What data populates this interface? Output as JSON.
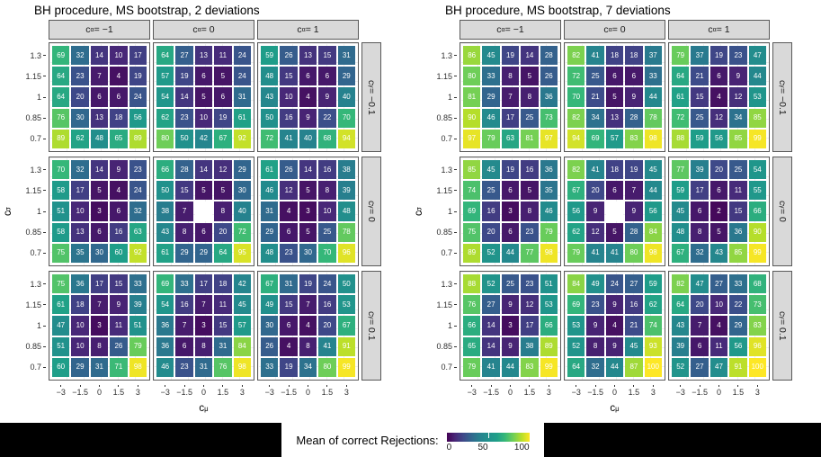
{
  "chart_data": {
    "type": "heatmap",
    "description": "Two faceted 5x5 heatmap grids (3x3 facets each) showing mean of correct rejections",
    "domain": [
      0,
      100
    ],
    "viridis_stops": [
      {
        "t": 0.0,
        "c": "#440154"
      },
      {
        "t": 0.1,
        "c": "#482878"
      },
      {
        "t": 0.2,
        "c": "#3e4989"
      },
      {
        "t": 0.3,
        "c": "#31688e"
      },
      {
        "t": 0.4,
        "c": "#26828e"
      },
      {
        "t": 0.5,
        "c": "#21918c"
      },
      {
        "t": 0.6,
        "c": "#1f9e89"
      },
      {
        "t": 0.7,
        "c": "#35b779"
      },
      {
        "t": 0.8,
        "c": "#6ece58"
      },
      {
        "t": 0.9,
        "c": "#b5de2b"
      },
      {
        "t": 1.0,
        "c": "#fde725"
      }
    ],
    "x_axis": {
      "base": "c",
      "sub": "μ",
      "ticks": [
        "−3",
        "−1.5",
        "0",
        "1.5",
        "3"
      ]
    },
    "y_axis": {
      "base": "c",
      "sub": "σ",
      "ticks": [
        "1.3",
        "1.15",
        "1",
        "0.85",
        "0.7"
      ]
    },
    "col_facets": [
      {
        "base": "c",
        "sub": "α",
        "value": "−1"
      },
      {
        "base": "c",
        "sub": "α",
        "value": "0"
      },
      {
        "base": "c",
        "sub": "α",
        "value": "1"
      }
    ],
    "row_facets": [
      {
        "base": "c",
        "sub": "γ",
        "value": "−0.1"
      },
      {
        "base": "c",
        "sub": "γ",
        "value": "0"
      },
      {
        "base": "c",
        "sub": "γ",
        "value": "0.1"
      }
    ],
    "legend": {
      "label": "Mean of correct Rejections:",
      "ticks": [
        "0",
        "50",
        "100"
      ]
    },
    "charts": [
      {
        "title": "BH procedure, MS bootstrap, 2 deviations",
        "rows": [
          [
            [
              [
                69,
                32,
                14,
                10,
                17
              ],
              [
                64,
                23,
                7,
                4,
                19
              ],
              [
                64,
                20,
                6,
                6,
                24
              ],
              [
                76,
                30,
                13,
                18,
                56
              ],
              [
                89,
                62,
                48,
                65,
                89
              ]
            ],
            [
              [
                64,
                27,
                13,
                11,
                24
              ],
              [
                57,
                19,
                6,
                5,
                24
              ],
              [
                54,
                14,
                5,
                6,
                31
              ],
              [
                62,
                23,
                10,
                19,
                61
              ],
              [
                80,
                50,
                42,
                67,
                92
              ]
            ],
            [
              [
                59,
                26,
                13,
                15,
                31
              ],
              [
                48,
                15,
                6,
                6,
                29
              ],
              [
                43,
                10,
                4,
                9,
                40
              ],
              [
                50,
                16,
                9,
                22,
                70
              ],
              [
                72,
                41,
                40,
                68,
                94
              ]
            ]
          ],
          [
            [
              [
                70,
                32,
                14,
                9,
                23
              ],
              [
                58,
                17,
                5,
                4,
                24
              ],
              [
                51,
                10,
                3,
                6,
                32
              ],
              [
                58,
                13,
                6,
                16,
                63
              ],
              [
                75,
                35,
                30,
                60,
                92
              ]
            ],
            [
              [
                66,
                28,
                14,
                12,
                29
              ],
              [
                50,
                15,
                5,
                5,
                30
              ],
              [
                38,
                7,
                null,
                8,
                40
              ],
              [
                43,
                8,
                6,
                20,
                72
              ],
              [
                61,
                29,
                29,
                64,
                95
              ]
            ],
            [
              [
                61,
                26,
                14,
                16,
                38
              ],
              [
                46,
                12,
                5,
                8,
                39
              ],
              [
                31,
                4,
                3,
                10,
                48
              ],
              [
                29,
                6,
                5,
                25,
                78
              ],
              [
                48,
                23,
                30,
                70,
                96
              ]
            ]
          ],
          [
            [
              [
                75,
                36,
                17,
                15,
                33
              ],
              [
                61,
                18,
                7,
                9,
                39
              ],
              [
                47,
                10,
                3,
                11,
                51
              ],
              [
                51,
                10,
                8,
                26,
                79
              ],
              [
                60,
                29,
                31,
                71,
                98
              ]
            ],
            [
              [
                69,
                33,
                17,
                18,
                42
              ],
              [
                54,
                16,
                7,
                11,
                45
              ],
              [
                36,
                7,
                3,
                15,
                57
              ],
              [
                36,
                6,
                8,
                31,
                84
              ],
              [
                46,
                23,
                31,
                76,
                98
              ]
            ],
            [
              [
                67,
                31,
                19,
                24,
                50
              ],
              [
                49,
                15,
                7,
                16,
                53
              ],
              [
                30,
                6,
                4,
                20,
                67
              ],
              [
                26,
                4,
                8,
                41,
                91
              ],
              [
                33,
                19,
                34,
                80,
                99
              ]
            ]
          ]
        ]
      },
      {
        "title": "BH procedure, MS bootstrap, 7 deviations",
        "rows": [
          [
            [
              [
                86,
                45,
                19,
                14,
                28
              ],
              [
                80,
                33,
                8,
                5,
                26
              ],
              [
                81,
                29,
                7,
                8,
                36
              ],
              [
                90,
                46,
                17,
                25,
                73
              ],
              [
                97,
                79,
                63,
                81,
                97
              ]
            ],
            [
              [
                82,
                41,
                18,
                18,
                37
              ],
              [
                72,
                25,
                6,
                6,
                33
              ],
              [
                70,
                21,
                5,
                9,
                44
              ],
              [
                82,
                34,
                13,
                28,
                78
              ],
              [
                94,
                69,
                57,
                83,
                98
              ]
            ],
            [
              [
                79,
                37,
                19,
                23,
                47
              ],
              [
                64,
                21,
                6,
                9,
                44
              ],
              [
                61,
                15,
                4,
                12,
                53
              ],
              [
                72,
                25,
                12,
                34,
                85
              ],
              [
                88,
                59,
                56,
                85,
                99
              ]
            ]
          ],
          [
            [
              [
                85,
                45,
                19,
                16,
                36
              ],
              [
                74,
                25,
                6,
                5,
                35
              ],
              [
                69,
                16,
                3,
                8,
                46
              ],
              [
                75,
                20,
                6,
                23,
                79
              ],
              [
                89,
                52,
                44,
                77,
                98
              ]
            ],
            [
              [
                82,
                41,
                18,
                19,
                45
              ],
              [
                67,
                20,
                6,
                7,
                44
              ],
              [
                56,
                9,
                null,
                9,
                56
              ],
              [
                62,
                12,
                5,
                28,
                84
              ],
              [
                79,
                41,
                41,
                80,
                98
              ]
            ],
            [
              [
                77,
                39,
                20,
                25,
                54
              ],
              [
                59,
                17,
                6,
                11,
                55
              ],
              [
                45,
                6,
                2,
                15,
                66
              ],
              [
                48,
                8,
                5,
                36,
                90
              ],
              [
                67,
                32,
                43,
                85,
                99
              ]
            ]
          ],
          [
            [
              [
                88,
                52,
                25,
                23,
                51
              ],
              [
                76,
                27,
                9,
                12,
                53
              ],
              [
                66,
                14,
                3,
                17,
                66
              ],
              [
                65,
                14,
                9,
                38,
                89
              ],
              [
                79,
                41,
                44,
                83,
                99
              ]
            ],
            [
              [
                84,
                49,
                24,
                27,
                59
              ],
              [
                69,
                23,
                9,
                16,
                62
              ],
              [
                53,
                9,
                4,
                21,
                74
              ],
              [
                52,
                8,
                9,
                45,
                93
              ],
              [
                64,
                32,
                44,
                87,
                100
              ]
            ],
            [
              [
                82,
                47,
                27,
                33,
                68
              ],
              [
                64,
                20,
                10,
                22,
                73
              ],
              [
                43,
                7,
                4,
                29,
                83
              ],
              [
                39,
                6,
                11,
                56,
                96
              ],
              [
                52,
                27,
                47,
                91,
                100
              ]
            ]
          ]
        ]
      }
    ]
  },
  "colors": {
    "strip_bg": "#d9d9d9",
    "panel_border": "#595959",
    "footer_bg": "#000000",
    "na_tile": "#ffffff",
    "tile_text": "#ffffff"
  }
}
